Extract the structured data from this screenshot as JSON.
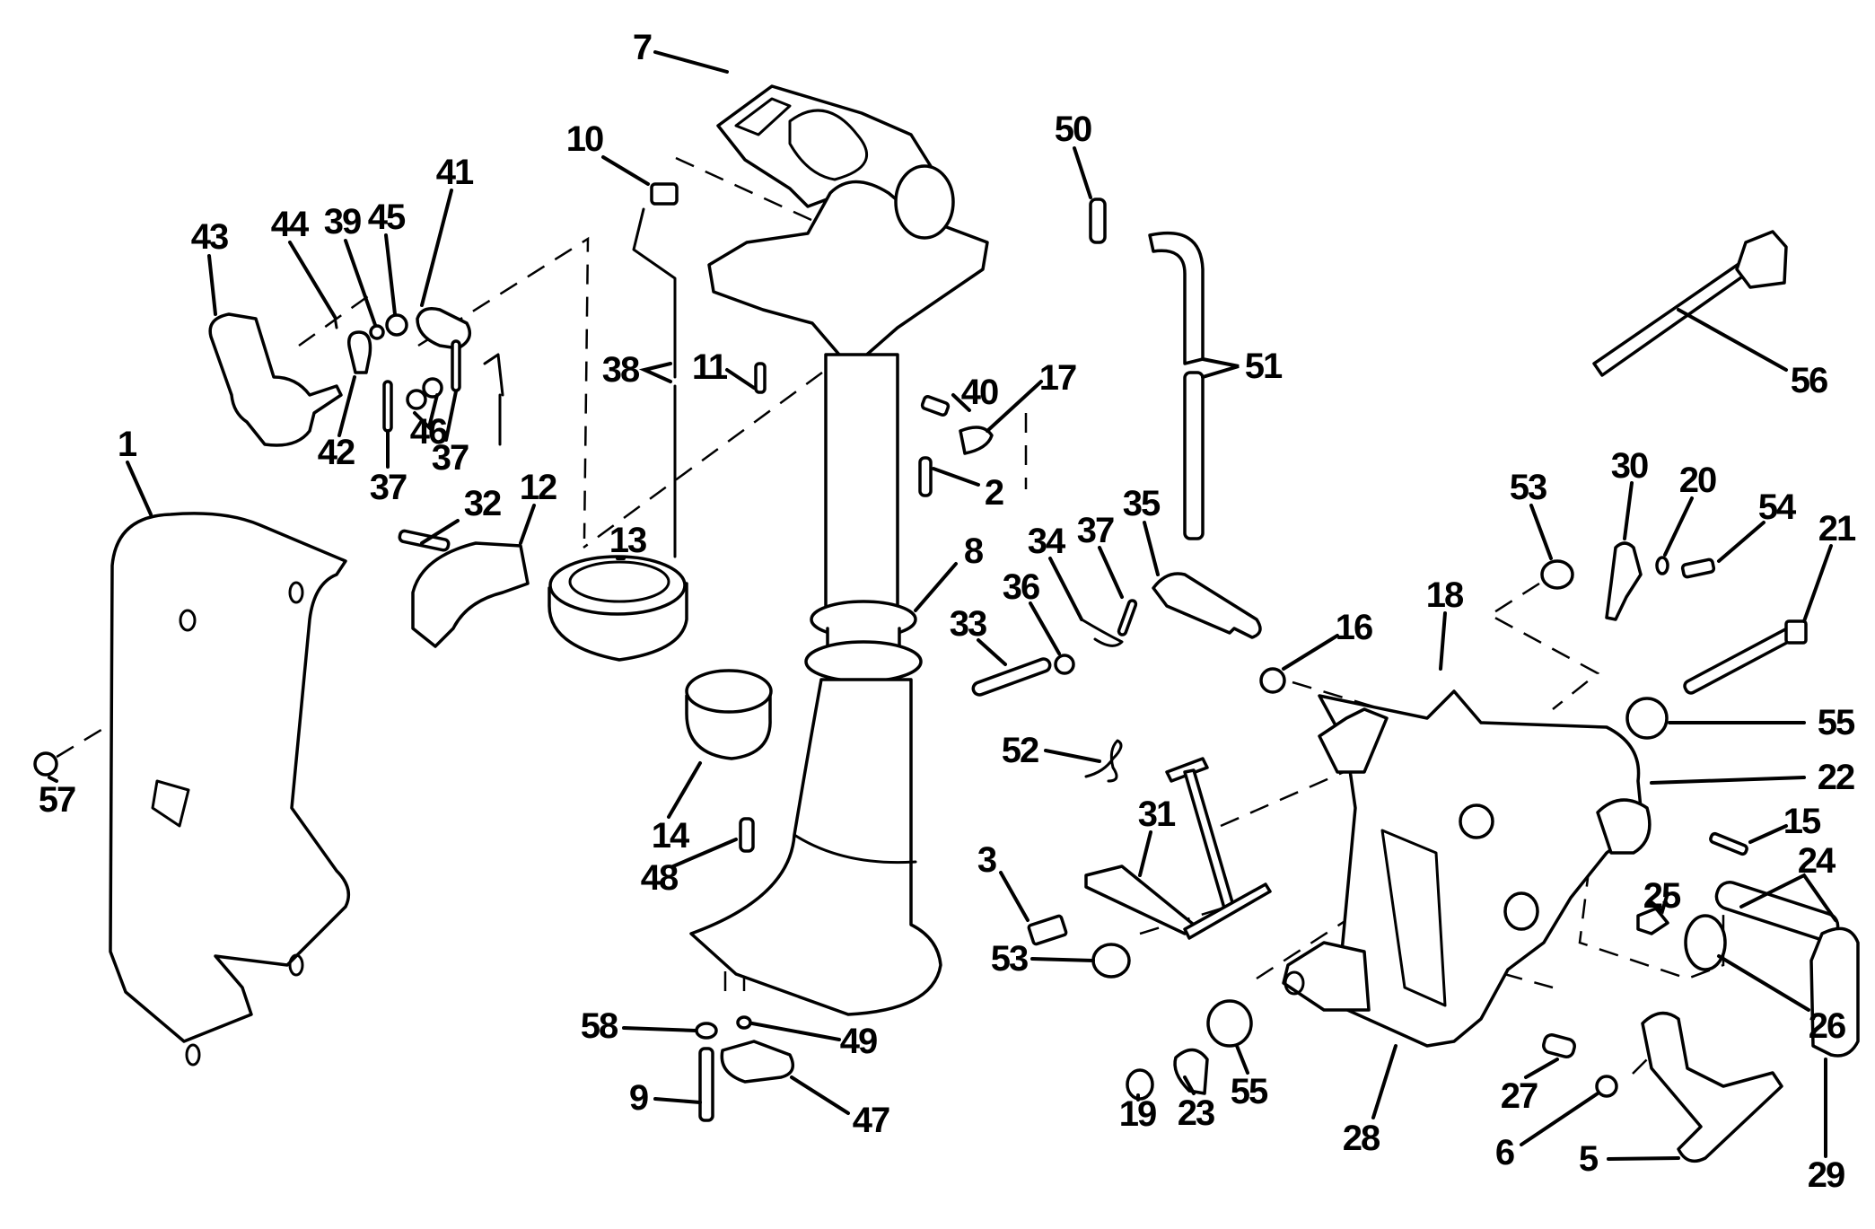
{
  "diagram": {
    "title": "Exploded parts diagram - exhaust housing, steering and stern bracket",
    "background_color": "#ffffff",
    "ink_color": "#000000",
    "callouts": [
      {
        "id": "c7",
        "label": "7",
        "part": "gasket"
      },
      {
        "id": "c10",
        "label": "10",
        "part": "grommet"
      },
      {
        "id": "c50",
        "label": "50",
        "part": "connector"
      },
      {
        "id": "c41",
        "label": "41",
        "part": "lever"
      },
      {
        "id": "c43",
        "label": "43",
        "part": "handle"
      },
      {
        "id": "c44",
        "label": "44",
        "part": "pin"
      },
      {
        "id": "c39",
        "label": "39",
        "part": "washer"
      },
      {
        "id": "c45",
        "label": "45",
        "part": "washer"
      },
      {
        "id": "c38",
        "label": "38",
        "part": "shift-rod"
      },
      {
        "id": "c11",
        "label": "11",
        "part": "screw"
      },
      {
        "id": "c40",
        "label": "40",
        "part": "screw"
      },
      {
        "id": "c17",
        "label": "17",
        "part": "clip"
      },
      {
        "id": "c51",
        "label": "51",
        "part": "water-tube"
      },
      {
        "id": "c56",
        "label": "56",
        "part": "tilt-lock-rod"
      },
      {
        "id": "c1",
        "label": "1",
        "part": "cover"
      },
      {
        "id": "c42",
        "label": "42",
        "part": "link"
      },
      {
        "id": "c46",
        "label": "46",
        "part": "washers"
      },
      {
        "id": "c37a",
        "label": "37",
        "part": "pin"
      },
      {
        "id": "c37b",
        "label": "37",
        "part": "pin"
      },
      {
        "id": "c32",
        "label": "32",
        "part": "screw"
      },
      {
        "id": "c12",
        "label": "12",
        "part": "clamp"
      },
      {
        "id": "c2",
        "label": "2",
        "part": "screw"
      },
      {
        "id": "c13",
        "label": "13",
        "part": "bushing"
      },
      {
        "id": "c8",
        "label": "8",
        "part": "exhaust-housing"
      },
      {
        "id": "c34",
        "label": "34",
        "part": "cotter-pin"
      },
      {
        "id": "c37c",
        "label": "37",
        "part": "pin"
      },
      {
        "id": "c35",
        "label": "35",
        "part": "bracket"
      },
      {
        "id": "c53a",
        "label": "53",
        "part": "bushing"
      },
      {
        "id": "c30",
        "label": "30",
        "part": "bracket"
      },
      {
        "id": "c20",
        "label": "20",
        "part": "washer"
      },
      {
        "id": "c54",
        "label": "54",
        "part": "screw"
      },
      {
        "id": "c21",
        "label": "21",
        "part": "bolt"
      },
      {
        "id": "c36",
        "label": "36",
        "part": "washer"
      },
      {
        "id": "c33",
        "label": "33",
        "part": "pin"
      },
      {
        "id": "c16",
        "label": "16",
        "part": "nut"
      },
      {
        "id": "c18",
        "label": "18",
        "part": "swivel-bracket"
      },
      {
        "id": "c57",
        "label": "57",
        "part": "screw"
      },
      {
        "id": "c55a",
        "label": "55",
        "part": "bushing"
      },
      {
        "id": "c52",
        "label": "52",
        "part": "spring"
      },
      {
        "id": "c22",
        "label": "22",
        "part": "stern-bracket"
      },
      {
        "id": "c31",
        "label": "31",
        "part": "tilt-lever"
      },
      {
        "id": "c14",
        "label": "14",
        "part": "mount"
      },
      {
        "id": "c15",
        "label": "15",
        "part": "screw"
      },
      {
        "id": "c24",
        "label": "24",
        "part": "clamp-screw"
      },
      {
        "id": "c3",
        "label": "3",
        "part": "pad"
      },
      {
        "id": "c48",
        "label": "48",
        "part": "screw"
      },
      {
        "id": "c25",
        "label": "25",
        "part": "screw"
      },
      {
        "id": "c53b",
        "label": "53",
        "part": "bushing"
      },
      {
        "id": "c26",
        "label": "26",
        "part": "pad"
      },
      {
        "id": "c58",
        "label": "58",
        "part": "washer"
      },
      {
        "id": "c49",
        "label": "49",
        "part": "washer"
      },
      {
        "id": "c9",
        "label": "9",
        "part": "screw"
      },
      {
        "id": "c47",
        "label": "47",
        "part": "anode"
      },
      {
        "id": "c19",
        "label": "19",
        "part": "nut"
      },
      {
        "id": "c23",
        "label": "23",
        "part": "lockwasher"
      },
      {
        "id": "c55b",
        "label": "55",
        "part": "bushing"
      },
      {
        "id": "c28",
        "label": "28",
        "part": "stern-bracket"
      },
      {
        "id": "c27",
        "label": "27",
        "part": "pin"
      },
      {
        "id": "c6",
        "label": "6",
        "part": "ring"
      },
      {
        "id": "c5",
        "label": "5",
        "part": "handle"
      },
      {
        "id": "c29",
        "label": "29",
        "part": "clamp-handle"
      }
    ]
  }
}
